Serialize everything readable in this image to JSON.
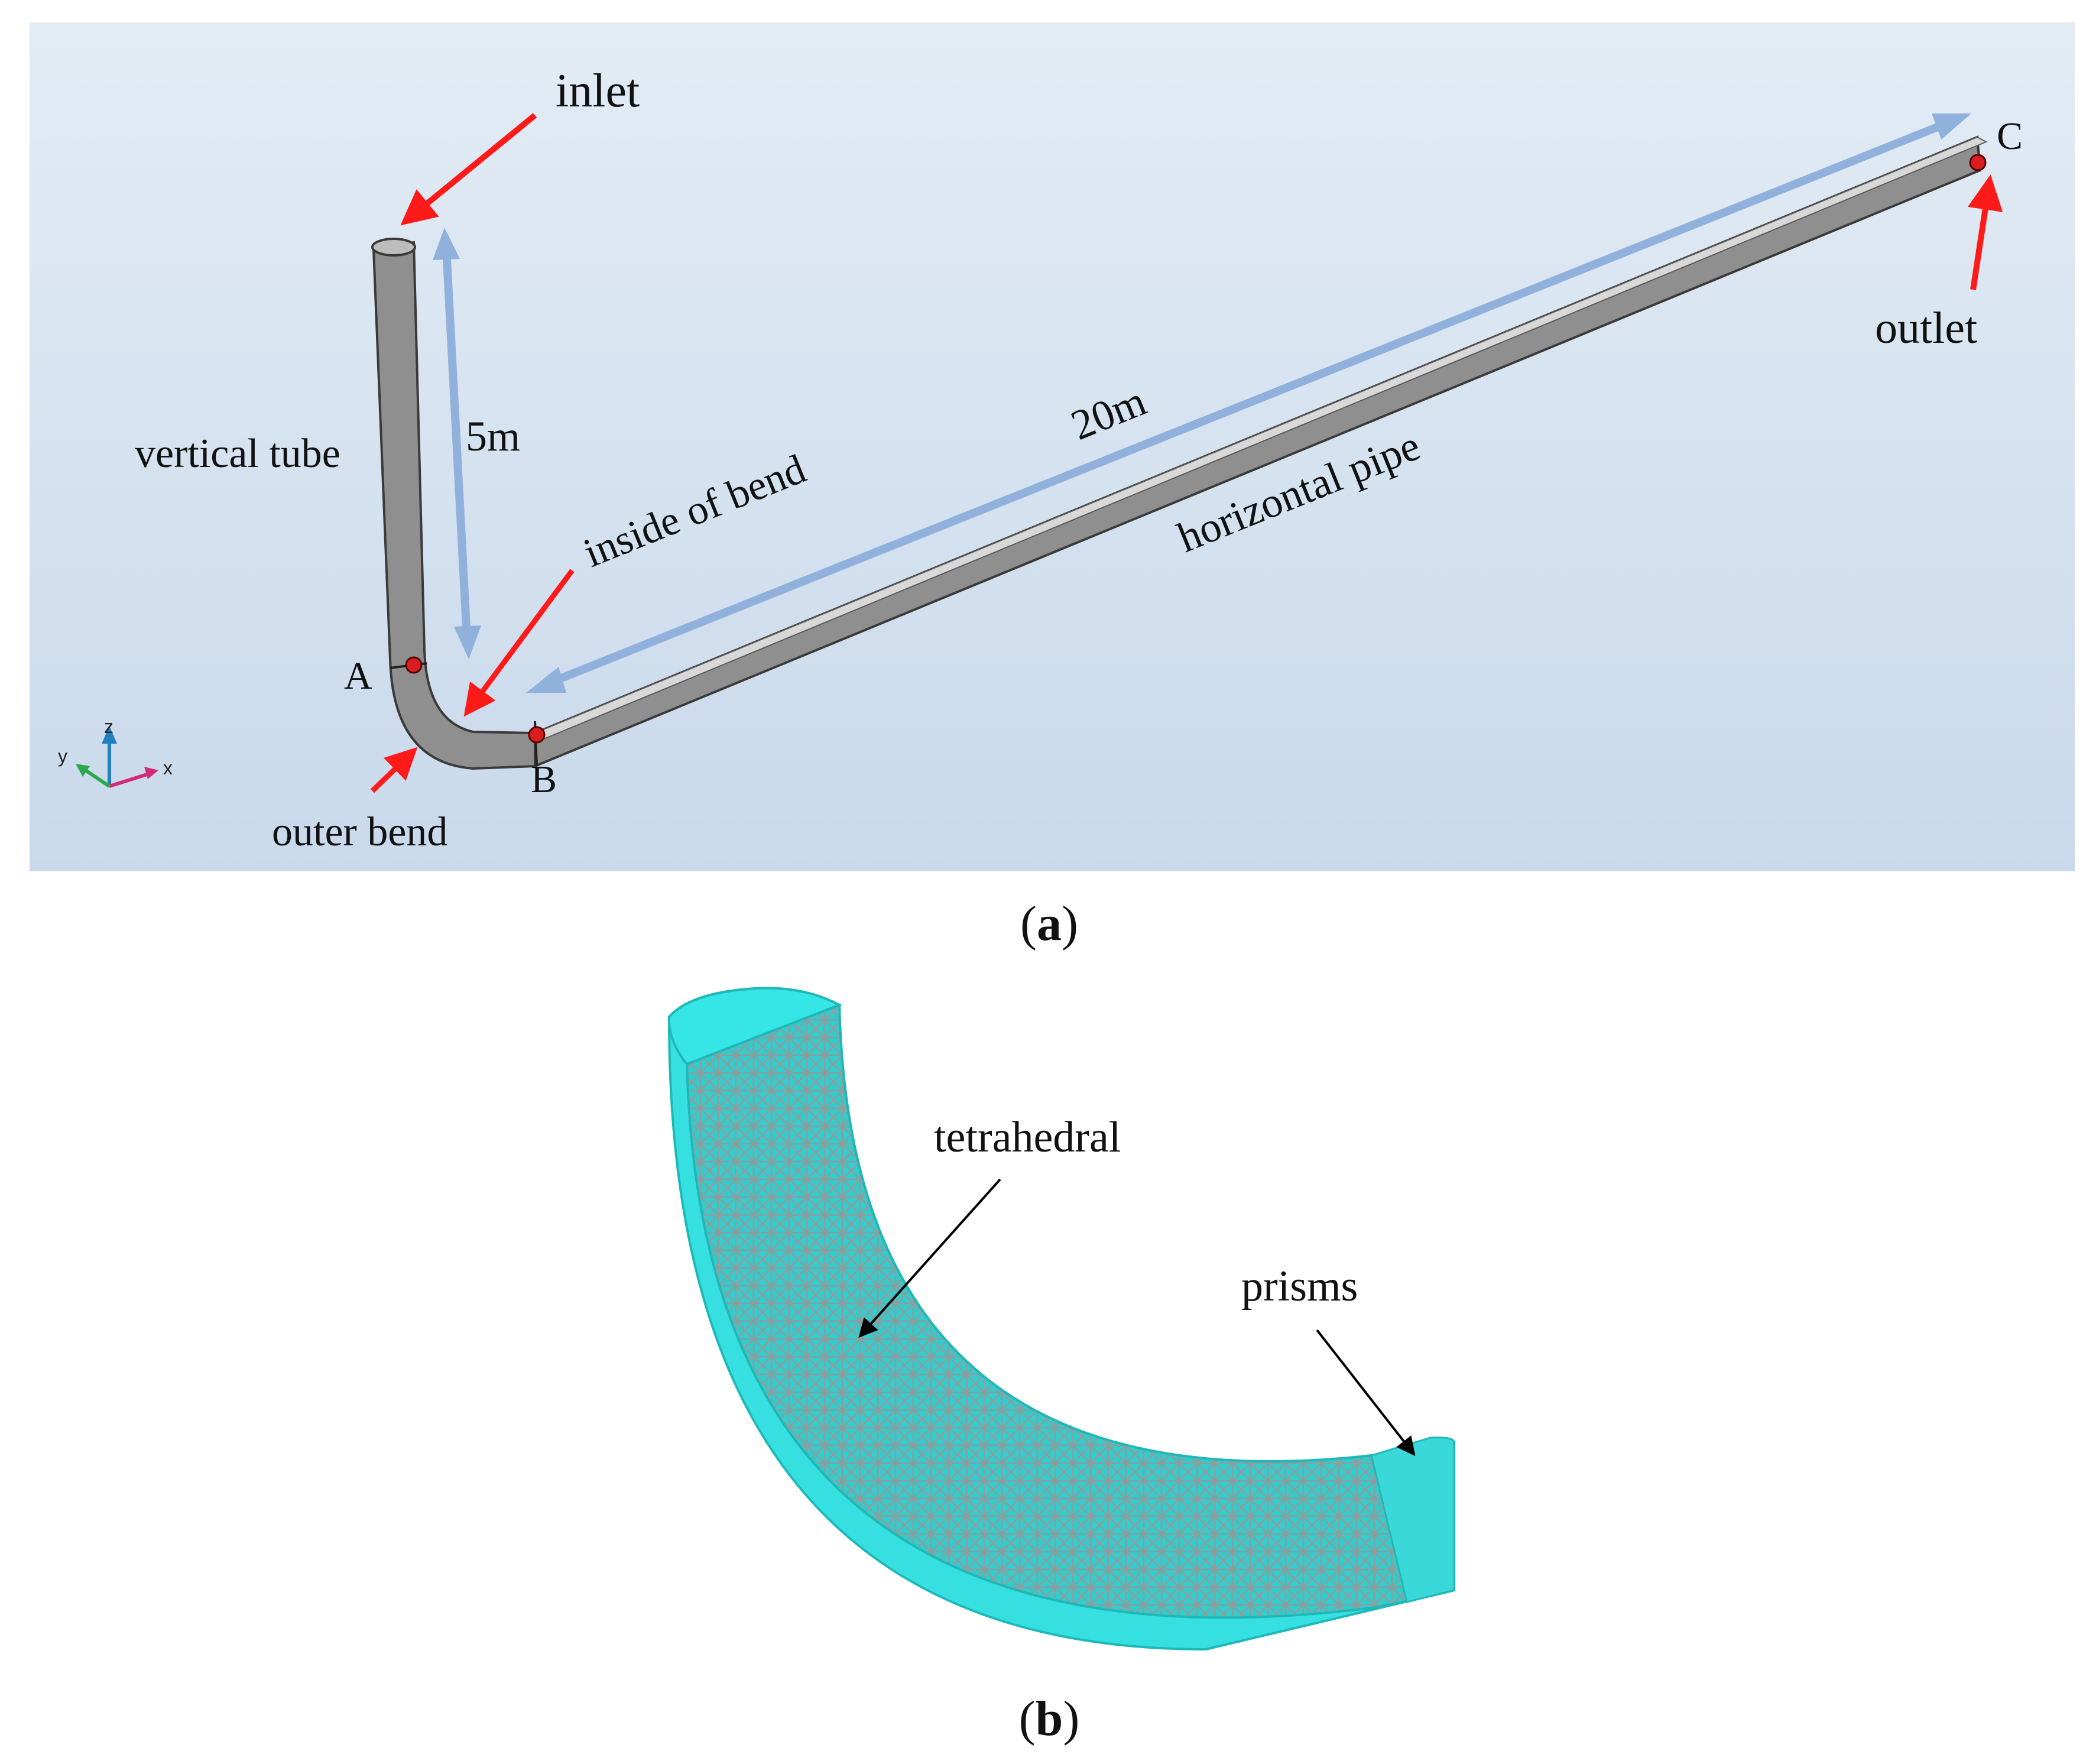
{
  "panel_a": {
    "caption_open": "(",
    "caption_letter": "a",
    "caption_close": ")",
    "labels": {
      "inlet": "inlet",
      "outlet": "outlet",
      "vertical_tube": "vertical tube",
      "horizontal_pipe": "horizontal pipe",
      "inside_of_bend": "inside of bend",
      "outer_bend": "outer bend",
      "length_vertical": "5m",
      "length_horizontal": "20m",
      "point_a": "A",
      "point_b": "B",
      "point_c": "C"
    },
    "axes": {
      "x": "x",
      "y": "y",
      "z": "z"
    },
    "colors": {
      "background_top": "#dfe9f3",
      "background_bottom": "#c8d8ea",
      "pipe": "#8f8f8f",
      "pipe_edge": "#3a3a3a",
      "dimension_arrow": "#8fb1dc",
      "pointer_arrow": "#ff1a1a",
      "marker": "#d81e1e"
    }
  },
  "panel_b": {
    "caption_open": "(",
    "caption_letter": "b",
    "caption_close": ")",
    "labels": {
      "tetrahedral": "tetrahedral",
      "prisms": "prisms"
    },
    "colors": {
      "mesh_fill": "#29c8c8",
      "mesh_line": "#8a9a9a",
      "prism_layer": "#36e6e6"
    }
  }
}
